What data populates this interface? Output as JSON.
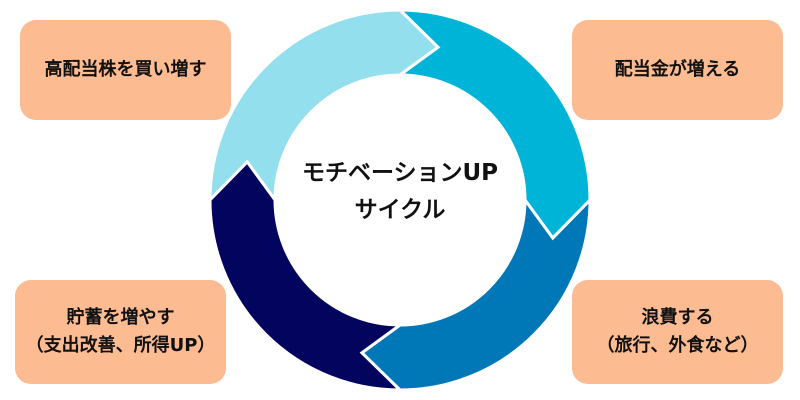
{
  "diagram": {
    "center_title": {
      "line1": "モチベーションUP",
      "line2": "サイクル"
    },
    "steps": [
      {
        "id": "top-left",
        "lines": [
          "高配当株を買い増す"
        ],
        "arrow_color": "#93dfee"
      },
      {
        "id": "top-right",
        "lines": [
          "配当金が増える"
        ],
        "arrow_color": "#00b4d8"
      },
      {
        "id": "bottom-right",
        "lines": [
          "浪費する",
          "（旅行、外食など）"
        ],
        "arrow_color": "#0077b6"
      },
      {
        "id": "bottom-left",
        "lines": [
          "貯蓄を増やす",
          "（支出改善、所得UP）"
        ],
        "arrow_color": "#03045e"
      }
    ],
    "box_color": "#fcbb91",
    "flow_direction": "clockwise"
  }
}
